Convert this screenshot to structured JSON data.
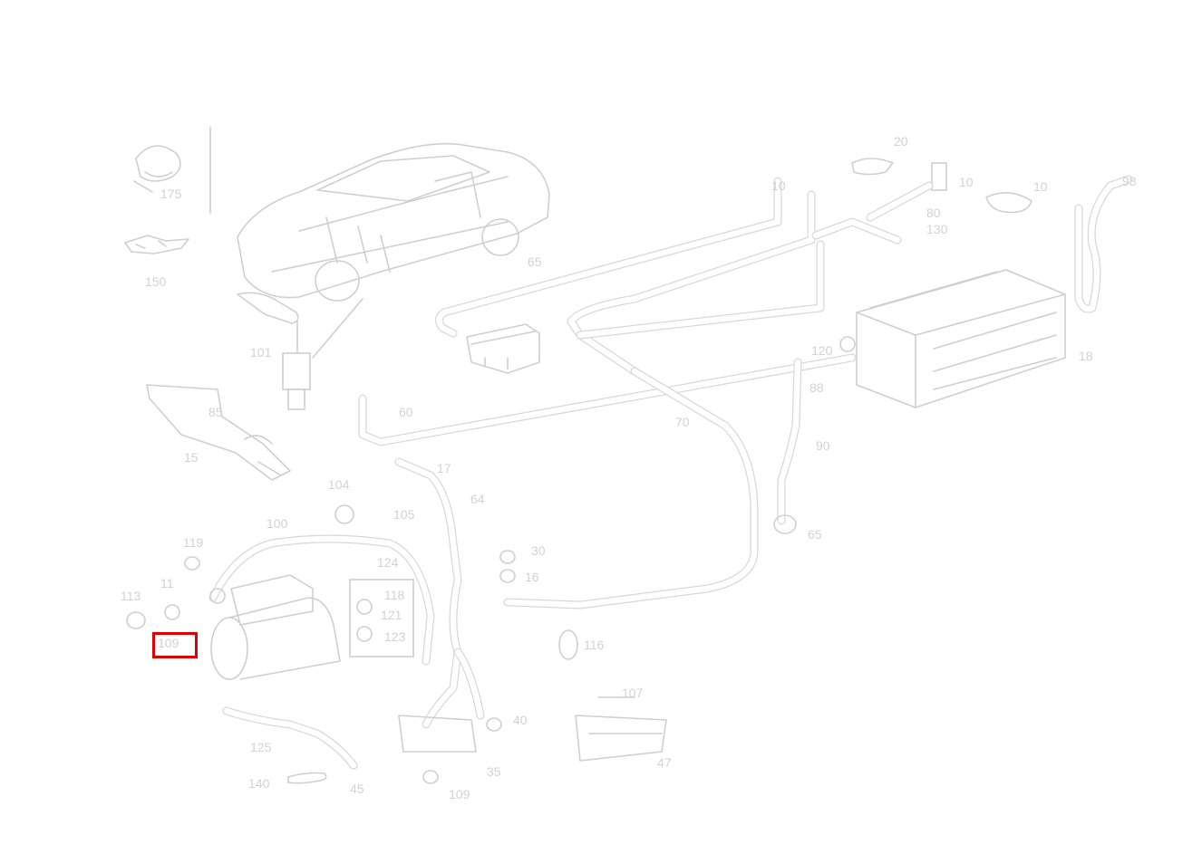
{
  "diagram": {
    "callouts": [
      {
        "id": "c175",
        "text": "175"
      },
      {
        "id": "c20",
        "text": "20"
      },
      {
        "id": "c10",
        "text": "10"
      },
      {
        "id": "c80",
        "text": "80"
      },
      {
        "id": "c10b",
        "text": "10"
      },
      {
        "id": "c130",
        "text": "130"
      },
      {
        "id": "c98",
        "text": "98"
      },
      {
        "id": "c18",
        "text": "18"
      },
      {
        "id": "c120",
        "text": "120"
      },
      {
        "id": "c88",
        "text": "88"
      },
      {
        "id": "c90",
        "text": "90"
      },
      {
        "id": "c10c",
        "text": "10"
      },
      {
        "id": "c65",
        "text": "65"
      },
      {
        "id": "c150",
        "text": "150"
      },
      {
        "id": "c101",
        "text": "101"
      },
      {
        "id": "c85",
        "text": "85"
      },
      {
        "id": "c60",
        "text": "60"
      },
      {
        "id": "c15",
        "text": "15"
      },
      {
        "id": "c70",
        "text": "70"
      },
      {
        "id": "c17",
        "text": "17"
      },
      {
        "id": "c64",
        "text": "64"
      },
      {
        "id": "c104",
        "text": "104"
      },
      {
        "id": "c105",
        "text": "105"
      },
      {
        "id": "c100",
        "text": "100"
      },
      {
        "id": "c119",
        "text": "119"
      },
      {
        "id": "c11",
        "text": "11"
      },
      {
        "id": "c113",
        "text": "113"
      },
      {
        "id": "c124",
        "text": "124"
      },
      {
        "id": "c118",
        "text": "118"
      },
      {
        "id": "c121",
        "text": "121"
      },
      {
        "id": "c123",
        "text": "123"
      },
      {
        "id": "c30",
        "text": "30"
      },
      {
        "id": "c16",
        "text": "16"
      },
      {
        "id": "c116",
        "text": "116"
      },
      {
        "id": "c125",
        "text": "125"
      },
      {
        "id": "c140",
        "text": "140"
      },
      {
        "id": "c45",
        "text": "45"
      },
      {
        "id": "c40",
        "text": "40"
      },
      {
        "id": "c35",
        "text": "35"
      },
      {
        "id": "c47",
        "text": "47"
      },
      {
        "id": "c107",
        "text": "107"
      },
      {
        "id": "c109",
        "text": "109"
      },
      {
        "id": "c65b",
        "text": "65"
      }
    ],
    "highlight": {
      "text": "109",
      "color": "#e10000"
    }
  }
}
